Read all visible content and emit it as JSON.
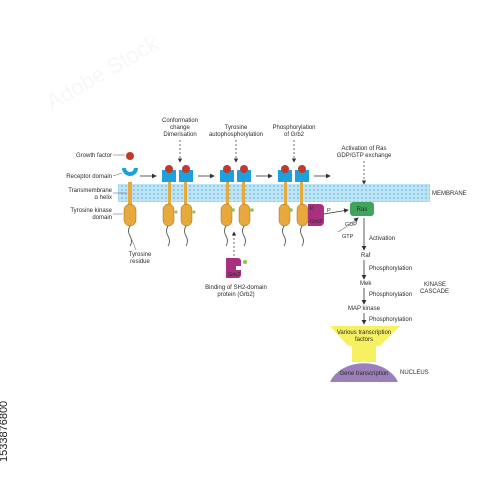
{
  "image_id_text": "1533876800",
  "watermark_text": "Adobe Stock",
  "colors": {
    "membrane": "#bde3f4",
    "membrane_dots": "#7cc6e8",
    "receptor_head": "#1ea0dc",
    "ligand": "#c0392b",
    "kinase_domain": "#e7a93b",
    "grb2": "#a8307e",
    "ras": "#3fa55b",
    "phosphate": "#8cc63f",
    "cascade_arrow": "#f5ef5a",
    "nucleus": "#9b7fb8"
  },
  "labels": {
    "growth_factor": "Growth factor",
    "receptor_domain": "Receptor domain",
    "transmembrane_1": "Transmembrane",
    "transmembrane_2": "α helix",
    "tyrosine_kinase_1": "Tyrosine kinase",
    "tyrosine_kinase_2": "domain",
    "tyrosine_residue_1": "Tyrosine",
    "tyrosine_residue_2": "residue",
    "conformation_1": "Conformation",
    "conformation_2": "change",
    "conformation_3": "Dimerisation",
    "tyrosine_auto_1": "Tyrosine",
    "tyrosine_auto_2": "autophosphorylation",
    "phos_grb2_1": "Phosphorylation",
    "phos_grb2_2": "of Grb2",
    "activation_ras_1": "Activation of Ras",
    "activation_ras_2": "GDP/GTP   exchange",
    "membrane": "MEMBRANE",
    "grb2": "Grb2",
    "grb2_bound": "Grb2",
    "ras": "Ras",
    "gdp": "GDP",
    "gtp": "GTP",
    "p": "P",
    "activation": "Activation",
    "raf": "Raf",
    "phosphorylation_1": "Phosphorylation",
    "mek": "Mek",
    "phosphorylation_2": "Phosphorylation",
    "kinase_cascade_1": "KINASE",
    "kinase_cascade_2": "CASCADE",
    "map_kinase": "MAP kinase",
    "phosphorylation_3": "Phosphorylation",
    "various_tf_1": "Various transcription",
    "various_tf_2": "factors",
    "gene_transcription": "Gene transcription",
    "nucleus": "NUCLEUS",
    "binding_sh2_1": "Binding of SH2-domain",
    "binding_sh2_2": "protein (Grb2)"
  }
}
